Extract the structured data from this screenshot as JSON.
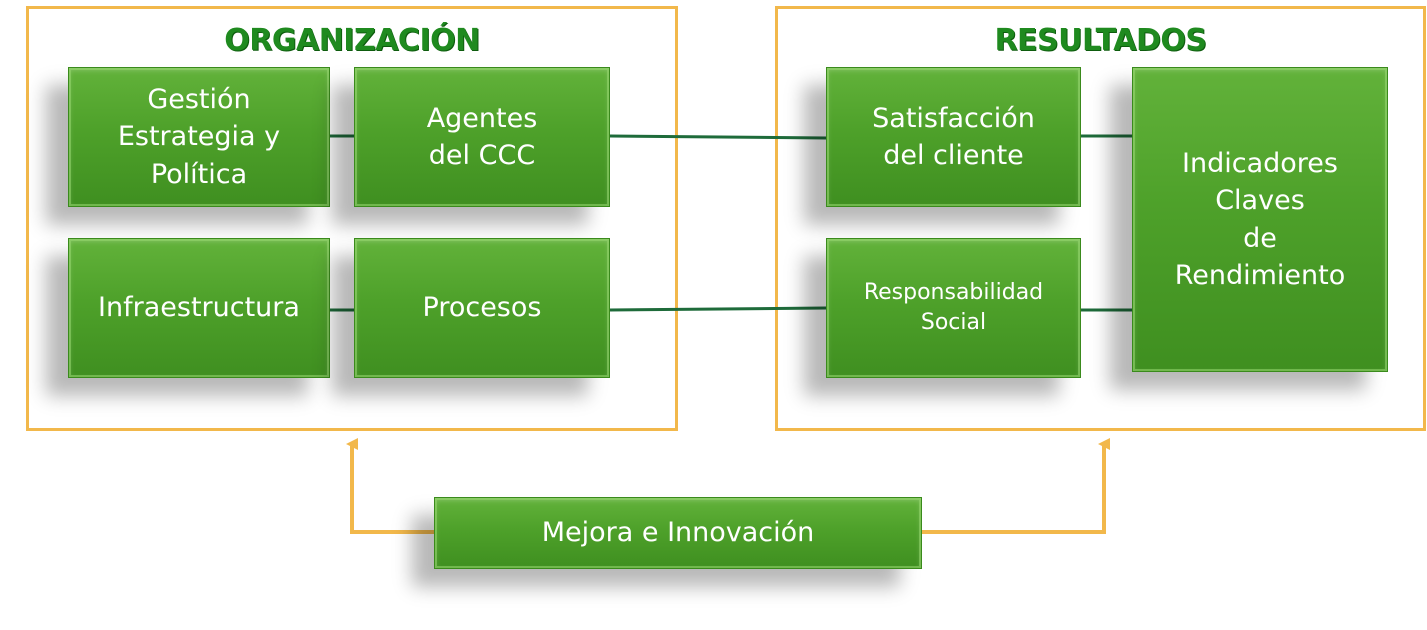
{
  "organizacion": {
    "title": "ORGANIZACIÓN",
    "boxes": {
      "gestion": "Gestión\nEstrategia y\nPolítica",
      "agentes": "Agentes\ndel CCC",
      "infraestructura": "Infraestructura",
      "procesos": "Procesos"
    }
  },
  "resultados": {
    "title": "RESULTADOS",
    "boxes": {
      "satisfaccion": "Satisfacción\ndel cliente",
      "responsabilidad": "Responsabilidad\nSocial",
      "indicadores": "Indicadores\nClaves\nde\nRendimiento"
    }
  },
  "mejora": "Mejora e Innovación",
  "colors": {
    "frame_border": "#f2b84b",
    "title_green": "#1f8a1f",
    "box_green": "#4ea12a",
    "connector": "#1e6b3a",
    "arrow": "#f2b84b"
  }
}
